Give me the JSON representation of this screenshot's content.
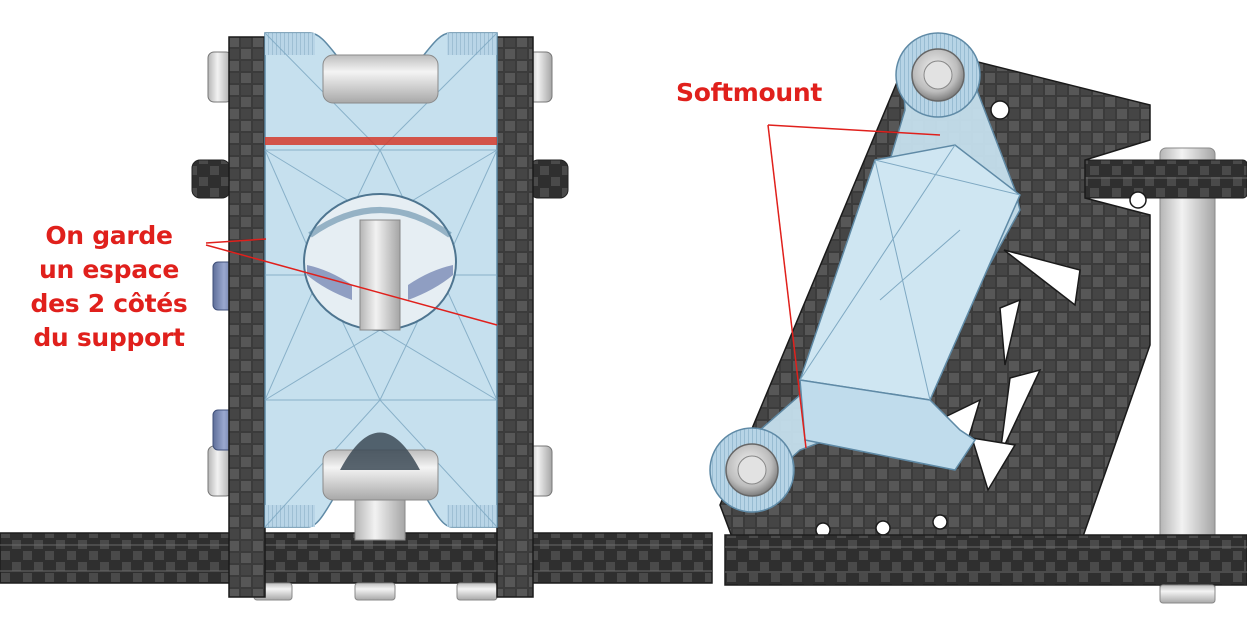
{
  "annotations": {
    "left_lines": [
      "On garde",
      "un espace",
      "des 2 côtés",
      "du support"
    ],
    "right": "Softmount"
  },
  "colors": {
    "annotation": "#e0201c",
    "carbon": "#3a3a3a",
    "carbon_light": "#6a6a6a",
    "softmount": "#bcdcec",
    "softmount_edge": "#6f9bb5",
    "standoff": "#d8d8d8",
    "screw_blue": "#7f8fb8",
    "tpu_red": "#d33a2c"
  }
}
